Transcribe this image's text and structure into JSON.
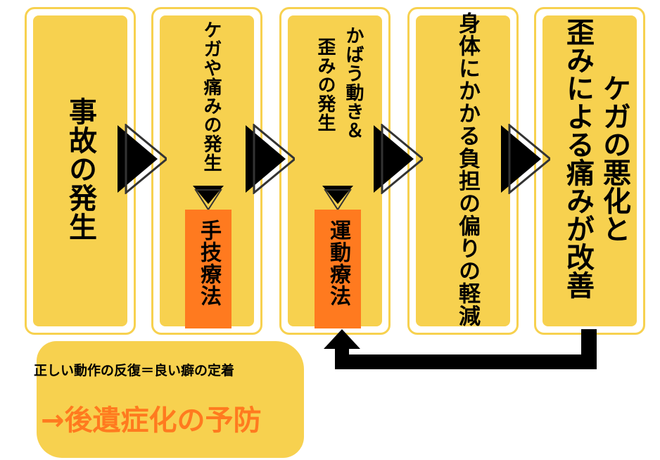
{
  "steps": [
    {
      "lines": [
        "事故の発生"
      ]
    },
    {
      "lines": [
        "ケガや痛みの発生"
      ],
      "treatment": "手技療法"
    },
    {
      "lines": [
        "かばう動き＆",
        "歪みの発生"
      ],
      "treatment": "運動療法"
    },
    {
      "lines": [
        "身体にかかる負担の偏りの軽減"
      ]
    },
    {
      "lines": [
        "ケガの悪化と",
        "歪みによる痛みが改善"
      ]
    }
  ],
  "summary": {
    "line1": "正しい動作の反復＝良い癖の定着",
    "line2": "→後遺症化の予防"
  },
  "colors": {
    "yellow": "#f7d14f",
    "orange": "#ff7a1f",
    "black": "#000000"
  }
}
